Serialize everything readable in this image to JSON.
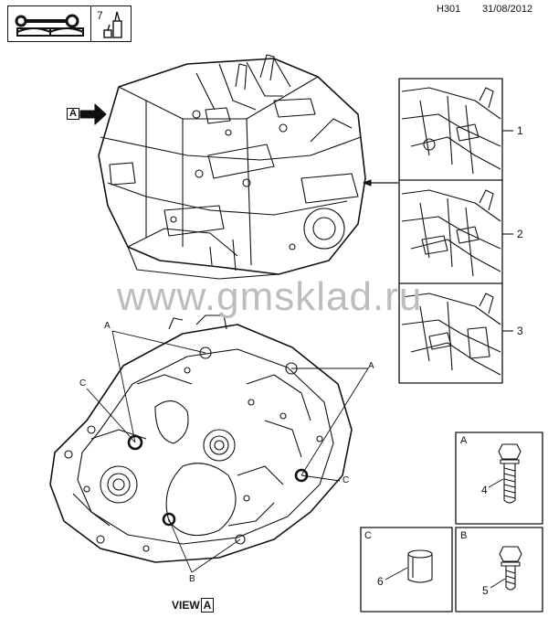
{
  "header": {
    "code": "H301",
    "date": "31/08/2012",
    "tool_count": "7"
  },
  "watermark": "www.gmsklad.ru",
  "top_view": {
    "arrow_label": "A"
  },
  "detail_views": [
    {
      "number": "1"
    },
    {
      "number": "2"
    },
    {
      "number": "3"
    }
  ],
  "housing_callouts": {
    "a_upper_left": "A",
    "a_upper_right": "A",
    "c_left": "C",
    "c_right": "C",
    "b_bottom": "B"
  },
  "view_label": {
    "text": "VIEW",
    "letter": "A"
  },
  "parts": {
    "A": {
      "letter": "A",
      "part_number": "4"
    },
    "B": {
      "letter": "B",
      "part_number": "5"
    },
    "C": {
      "letter": "C",
      "part_number": "6"
    }
  }
}
